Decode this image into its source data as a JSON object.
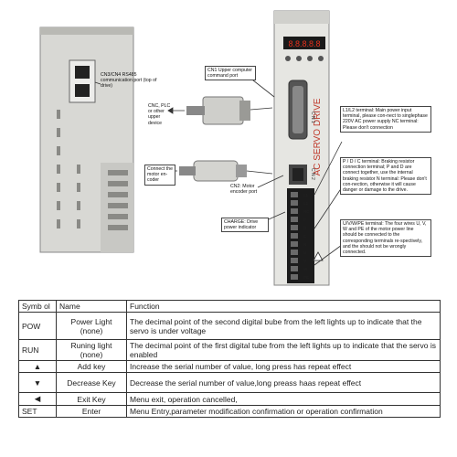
{
  "diagram": {
    "port_label": "CN3/CN4 RS485 communication port (top of drive)",
    "cn1_label": "CN1 Upper computer command port",
    "host_label": "CNC, PLC or other upper device",
    "encoder_label": "Connect the motor en-coder",
    "cn2_label": "CN2: Motor encoder port",
    "charge_label": "CHARGE: Drive power indicator",
    "power_terminal": "L1/L2 terminal: Main power input terminal, please con-nect to singlephase 220V AC power supply NC terminal: Please don't connection",
    "brake_terminal": "P / D / C terminal: Braking resistor connection terminal; P and D are connect together, use the internal braking resistor N terminal: Please don't con-nection, otherwise it will cause danger or damage to the drive.",
    "motor_terminal": "U/V/W/PE terminal: The four wires U, V, W and PE of the motor power line should be connected to the corresponding terminals re-spectively, and  the should not be wrongly connected.",
    "drive_text": "AC SERVO DRIVE",
    "display_digits": "8.8.8.8.8",
    "cn1_side": "C N 1",
    "cn2_side": "C N 2",
    "terminal_letters": [
      "L1",
      "L2",
      "NC",
      "P",
      "D",
      "C",
      "N",
      "U",
      "V",
      "W",
      "PE"
    ]
  },
  "table": {
    "headers": [
      "Symb ol",
      "Name",
      "Function"
    ],
    "rows": [
      {
        "symbol": "POW",
        "name": "Power Light (none)",
        "function": "The decimal point of the second digital bube from the left lights up to indicate that the servo is under voltage"
      },
      {
        "symbol": "RUN",
        "name": "Runing light (none)",
        "function": "The decimal point of the first digital tube from the left lights up to indicate that the servo is enabled"
      },
      {
        "symbol": "▲",
        "name": "Add key",
        "function": "Increase the serial number of value, long press has repeat effect"
      },
      {
        "symbol": "▼",
        "name": "Decrease Key",
        "function": "Decrease the serial number of value,long preass haas repeat effect"
      },
      {
        "symbol": "◀",
        "name": "Exit Key",
        "function": "Menu exit, operation cancelled,"
      },
      {
        "symbol": "SET",
        "name": "Enter",
        "function": "Menu Entry,parameter modification confirmation or operation confirmation"
      }
    ]
  }
}
